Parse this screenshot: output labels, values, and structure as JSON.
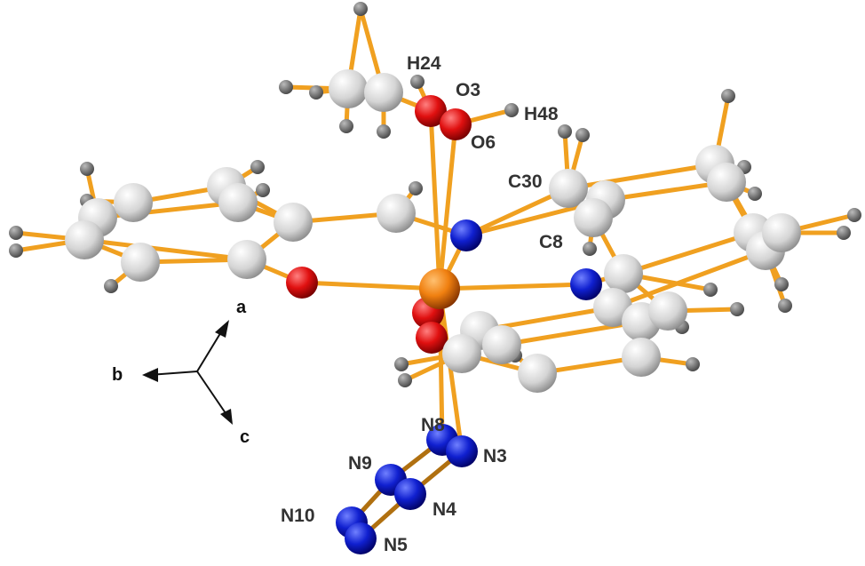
{
  "colors": {
    "bond": "#f0a020",
    "carbon": "#d8d8d8",
    "hydrogen": "#707070",
    "oxygen": "#e01010",
    "nitrogen": "#1020d0",
    "iron": "#f08010",
    "label": "#333333"
  },
  "atom_labels": {
    "h24": "H24",
    "o3": "O3",
    "h48": "H48",
    "o6": "O6",
    "c30": "C30",
    "c8": "C8",
    "n8": "N8",
    "n3": "N3",
    "n9": "N9",
    "n4": "N4",
    "n10": "N10",
    "n5": "N5"
  },
  "axes": {
    "a": "a",
    "b": "b",
    "c": "c"
  }
}
